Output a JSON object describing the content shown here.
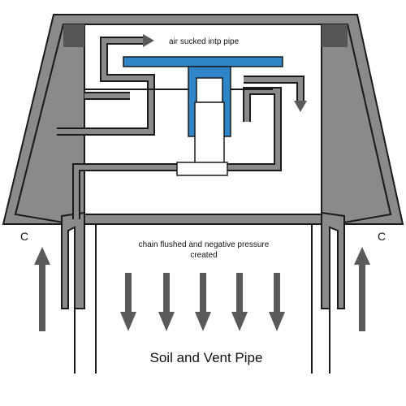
{
  "labels": {
    "top_note": "air sucked intp pipe",
    "middle_note_line1": "chain flushed and negative pressure",
    "middle_note_line2": "created",
    "bottom_title": "Soil and Vent Pipe",
    "left_c": "C",
    "right_c": "C"
  },
  "colors": {
    "outline": "#1a1a1a",
    "wall": "#8a8a8a",
    "wall_dark": "#555555",
    "valve": "#2e86c9",
    "arrow": "#5a5a5a"
  }
}
